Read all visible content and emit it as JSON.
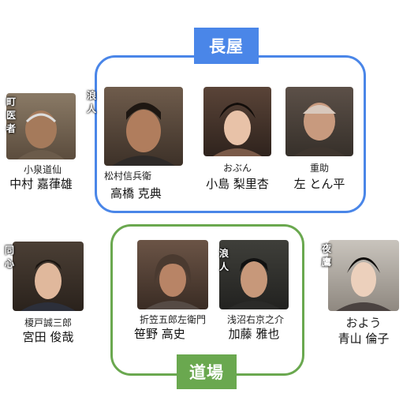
{
  "groups": {
    "nagaya": {
      "title": "長屋"
    },
    "dojo": {
      "title": "道場"
    }
  },
  "colors": {
    "nagaya": "#4a86e8",
    "dojo": "#6aa84f"
  },
  "people": {
    "koizumi": {
      "tag": "町医者",
      "role": "小泉道仙",
      "actor": "中村 嘉葎雄"
    },
    "matsumura": {
      "tag": "浪人",
      "role": "松村信兵衛",
      "actor": "高橋 克典"
    },
    "obun": {
      "tag": "",
      "role": "おぶん",
      "actor": "小島 梨里杏"
    },
    "jusuke": {
      "tag": "",
      "role": "重助",
      "actor": "左 とん平"
    },
    "enokido": {
      "tag": "同心",
      "role": "榎戸誠三郎",
      "actor": "宮田 俊哉"
    },
    "origasa": {
      "tag": "",
      "role": "折笠五郎左衛門",
      "actor": "笹野 高史"
    },
    "asanuma": {
      "tag": "浪人",
      "role": "浅沼右京之介",
      "actor": "加藤 雅也"
    },
    "oyo": {
      "tag": "夜鷹",
      "role": "およう",
      "actor": "青山 倫子"
    }
  }
}
